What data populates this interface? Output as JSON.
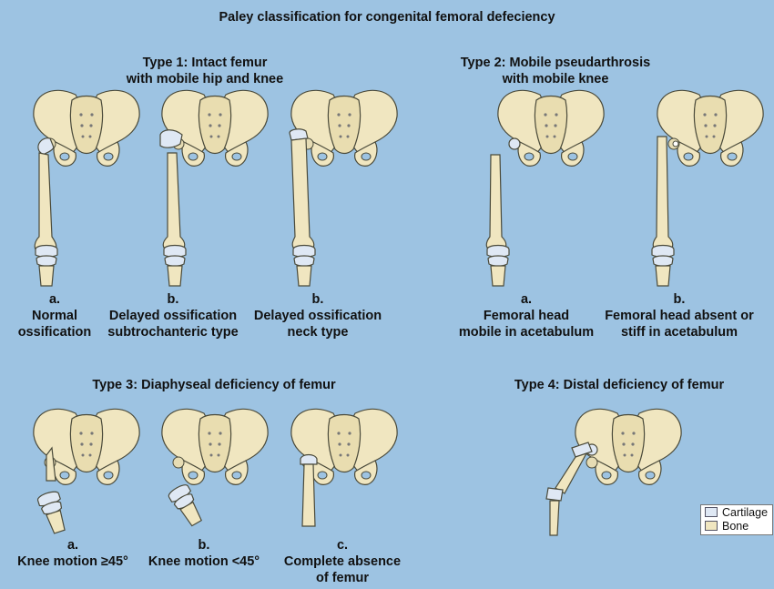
{
  "title": "Paley classification for congenital femoral defeciency",
  "colors": {
    "background": "#9dc3e2",
    "bone": "#f0e6c0",
    "bone_outline": "#4a4a3a",
    "cartilage": "#dfe8f4"
  },
  "types": [
    {
      "heading": "Type 1: Intact femur\nwith mobile hip and knee"
    },
    {
      "heading": "Type 2: Mobile pseudarthrosis\nwith mobile knee"
    },
    {
      "heading": "Type 3: Diaphyseal deficiency of femur"
    },
    {
      "heading": "Type 4: Distal deficiency of femur"
    }
  ],
  "captions": [
    {
      "letter": "a.",
      "text": "Normal\nossification"
    },
    {
      "letter": "b.",
      "text": "Delayed ossification\nsubtrochanteric type"
    },
    {
      "letter": "b.",
      "text": "Delayed ossification\nneck type"
    },
    {
      "letter": "a.",
      "text": "Femoral head\nmobile in acetabulum"
    },
    {
      "letter": "b.",
      "text": "Femoral head absent or\nstiff in acetabulum"
    },
    {
      "letter": "a.",
      "text": "Knee motion ≥45°"
    },
    {
      "letter": "b.",
      "text": "Knee motion <45°"
    },
    {
      "letter": "c.",
      "text": "Complete absence\nof femur"
    }
  ],
  "legend": {
    "items": [
      {
        "label": "Cartilage",
        "swatch": "cartilage"
      },
      {
        "label": "Bone",
        "swatch": "bone"
      }
    ]
  }
}
